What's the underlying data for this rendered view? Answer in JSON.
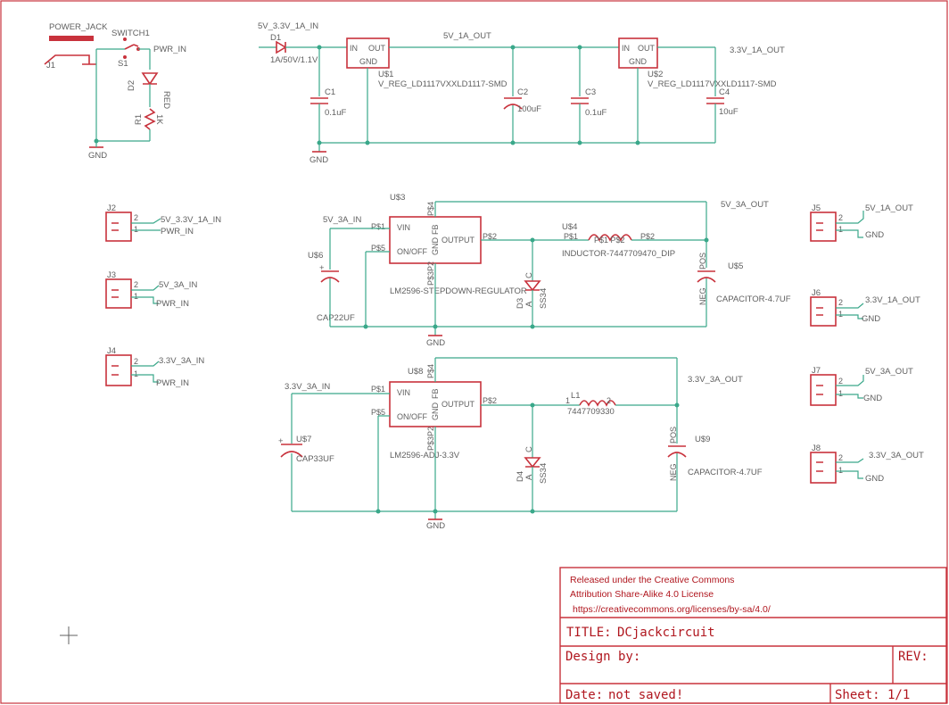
{
  "top": {
    "power_jack": "POWER_JACK",
    "j1": "J1",
    "switch1": "SWITCH1",
    "s1": "S1",
    "pwr_in": "PWR_IN",
    "d2": "D2",
    "red": "RED",
    "r1": "R1",
    "r1_val": "1K",
    "gnd_a": "GND",
    "in_net": "5V_3.3V_1A_IN",
    "d1": "D1",
    "d1_val": "1A/50V/1.1V",
    "u1_in": "IN",
    "u1_out": "OUT",
    "u1_gnd": "GND",
    "u1": "U$1",
    "u1_val": "V_REG_LD1117VXXLD1117-SMD",
    "out_5v": "5V_1A_OUT",
    "c1": "C1",
    "c1_val": "0.1uF",
    "c2": "C2",
    "c2_val": "100uF",
    "c3": "C3",
    "c3_val": "0.1uF",
    "gnd_b": "GND",
    "u2_in": "IN",
    "u2_out": "OUT",
    "u2_gnd": "GND",
    "u2": "U$2",
    "u2_val": "V_REG_LD1117VXXLD1117-SMD",
    "out_3v3": "3.3V_1A_OUT",
    "c4": "C4",
    "c4_val": "10uF"
  },
  "middle": {
    "u3": "U$3",
    "in": "5V_3A_IN",
    "vin": "VIN",
    "onoff": "ON/OFF",
    "output": "OUTPUT",
    "gnd": "GND",
    "fb": "FB",
    "p1": "P$1",
    "p2": "P$2",
    "p3": "P$3",
    "p4": "P$4",
    "p5": "P$5",
    "p32": "P$3P2",
    "model": "LM2596-STEPDOWN-REGULATOR",
    "u6": "U$6",
    "u6_plus": "+",
    "cap": "CAP22UF",
    "u4": "U$4",
    "l_p1": "P$1",
    "l_p2": "P$2",
    "l_text": "P$1 P$2",
    "inductor": "INDUCTOR-7447709470_DIP",
    "out": "5V_3A_OUT",
    "u5": "U$5",
    "pos": "POS",
    "neg": "NEG",
    "cap2": "CAPACITOR-4.7UF",
    "d3": "D3",
    "a": "A",
    "c": "C",
    "ss34": "SS34",
    "gnd_label": "GND"
  },
  "bottom": {
    "u8": "U$8",
    "in": "3.3V_3A_IN",
    "vin": "VIN",
    "onoff": "ON/OFF",
    "output": "OUTPUT",
    "gnd": "GND",
    "fb": "FB",
    "p1": "P$1",
    "p2": "P$2",
    "p4": "P$4",
    "p5": "P$5",
    "p32": "P$3P2",
    "model": "LM2596-ADJ-3.3V",
    "u7": "U$7",
    "u7_plus": "+",
    "cap": "CAP33UF",
    "l1": "L1",
    "l1_1": "1",
    "l1_2": "2",
    "l1_val": "7447709330",
    "out": "3.3V_3A_OUT",
    "u9": "U$9",
    "pos": "POS",
    "neg": "NEG",
    "cap2": "CAPACITOR-4.7UF",
    "d4": "D4",
    "a": "A",
    "c": "C",
    "ss34": "SS34",
    "gnd_label": "GND"
  },
  "left_conn": [
    {
      "ref": "J2",
      "p2": "2",
      "p1": "1",
      "n2": "5V_3.3V_1A_IN",
      "n1": "PWR_IN"
    },
    {
      "ref": "J3",
      "p2": "2",
      "p1": "1",
      "n2": "5V_3A_IN",
      "n1": "PWR_IN"
    },
    {
      "ref": "J4",
      "p2": "2",
      "p1": "1",
      "n2": "3.3V_3A_IN",
      "n1": "PWR_IN"
    }
  ],
  "right_conn": [
    {
      "ref": "J5",
      "p2": "2",
      "p1": "1",
      "n2": "5V_1A_OUT",
      "n1": "GND"
    },
    {
      "ref": "J6",
      "p2": "2",
      "p1": "1",
      "n2": "3.3V_1A_OUT",
      "n1": "GND"
    },
    {
      "ref": "J7",
      "p2": "2",
      "p1": "1",
      "n2": "5V_3A_OUT",
      "n1": "GND"
    },
    {
      "ref": "J8",
      "p2": "2",
      "p1": "1",
      "n2": "3.3V_3A_OUT",
      "n1": "GND"
    }
  ],
  "title_block": {
    "license1": "Released under the Creative Commons",
    "license2": "Attribution Share-Alike 4.0 License",
    "license3": "https://creativecommons.org/licenses/by-sa/4.0/",
    "title_label": "TITLE:",
    "title_value": "DCjackcircuit",
    "design_label": "Design by:",
    "rev_label": "REV:",
    "date_label": "Date:",
    "date_value": "not saved!",
    "sheet_label": "Sheet:",
    "sheet_value": "1/1"
  },
  "cursor": "crosshair-cursor"
}
